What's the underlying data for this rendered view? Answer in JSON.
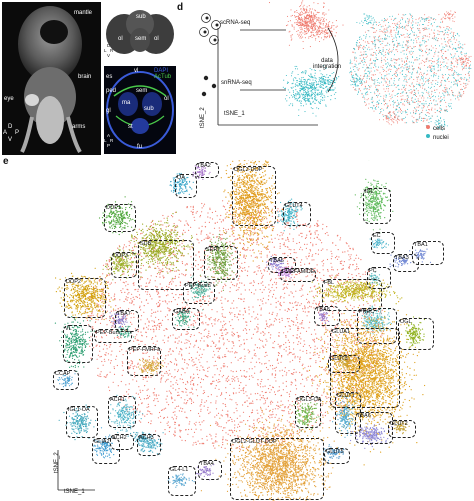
{
  "panels": {
    "a": {
      "letter": "a",
      "labels": [
        "mantle",
        "brain",
        "eye",
        "arms"
      ],
      "orientation": {
        "top": "D",
        "left": "A",
        "right": "P",
        "bottom": "V"
      }
    },
    "b": {
      "letter": "b",
      "labels": [
        "sub",
        "ol",
        "sem",
        "ol"
      ],
      "orientation": {
        "top": "D",
        "left": "L",
        "right": "R",
        "bottom": "V"
      }
    },
    "c": {
      "letter": "c",
      "legend": [
        "DAPI",
        "AcTub"
      ],
      "legend_colors": [
        "#3a5bd9",
        "#49c94a"
      ],
      "labels": [
        "vl",
        "es",
        "sem",
        "ol",
        "ped",
        "ma",
        "gl",
        "sub",
        "st",
        "fu"
      ],
      "orientation": {
        "top": "A",
        "bottom": "P",
        "left": "L",
        "right": "R"
      }
    },
    "d": {
      "letter": "d",
      "scrna_label": "scRNA-seq",
      "snrna_label": "snRNA-seq",
      "integration_label": "data\nintegration",
      "axis_x": "tSNE_1",
      "axis_y": "tSNE_2",
      "legend": [
        {
          "label": "cells",
          "color": "#ef7b6f"
        },
        {
          "label": "nuclei",
          "color": "#36b9c3"
        }
      ]
    },
    "e": {
      "letter": "e",
      "axis_x": "tSNE_1",
      "axis_y": "tSNE_2"
    }
  },
  "clusters": [
    {
      "name": "OA",
      "color": "#3aa6c9"
    },
    {
      "name": "TBA2",
      "color": "#a874c9"
    },
    {
      "name": "OGL2-DOP",
      "color": "#e09b1b"
    },
    {
      "name": "GLUT4",
      "color": "#42b3c7"
    },
    {
      "name": "IGL",
      "color": "#5fba5c"
    },
    {
      "name": "DOP1",
      "color": "#4da63a"
    },
    {
      "name": "SUB",
      "color": "#9aa820"
    },
    {
      "name": "TBA5",
      "color": "#8c7fd1"
    },
    {
      "name": "EC",
      "color": "#58b9cf"
    },
    {
      "name": "TBA1",
      "color": "#7a8fd6"
    },
    {
      "name": "DOP3",
      "color": "#9bb02a"
    },
    {
      "name": "SERT",
      "color": "#6c9e3c"
    },
    {
      "name": "FMRFAMIDE",
      "color": "#b97ad5"
    },
    {
      "name": "PC",
      "color": "#57b8bd"
    },
    {
      "name": "TBA3",
      "color": "#6f86d3"
    },
    {
      "name": "DOP2",
      "color": "#d3a10f"
    },
    {
      "name": "PEP-Brain",
      "color": "#55b59f"
    },
    {
      "name": "FBL",
      "color": "#bfb21a"
    },
    {
      "name": "GABA",
      "color": "#37a67f"
    },
    {
      "name": "TBA7",
      "color": "#8a79c6"
    },
    {
      "name": "TBA8",
      "color": "#9877c8"
    },
    {
      "name": "PREC",
      "color": "#5ebec4"
    },
    {
      "name": "PEP-Burs",
      "color": "#3fae8a"
    },
    {
      "name": "VL",
      "color": "#2f9f72"
    },
    {
      "name": "OGL",
      "color": "#8fb11f"
    },
    {
      "name": "GLUA1",
      "color": "#dea01a"
    },
    {
      "name": "PEP-FMRFa",
      "color": "#d6a63b"
    },
    {
      "name": "GLUT3",
      "color": "#c9a02e"
    },
    {
      "name": "CCAP",
      "color": "#4b9fd0"
    },
    {
      "name": "ACH1",
      "color": "#4fb4c7"
    },
    {
      "name": "GLUT1",
      "color": "#53a9cd"
    },
    {
      "name": "OGL3-OA",
      "color": "#6bb245"
    },
    {
      "name": "TBA6",
      "color": "#8d86d6"
    },
    {
      "name": "GLUT2",
      "color": "#c3a33a"
    },
    {
      "name": "IGL1-OA",
      "color": "#41a7bc"
    },
    {
      "name": "ACH2",
      "color": "#3ea0bb"
    },
    {
      "name": "ACH3",
      "color": "#48aac4"
    },
    {
      "name": "GLUT5",
      "color": "#4d96ca"
    },
    {
      "name": "GLIA2",
      "color": "#3e9bd0"
    },
    {
      "name": "OGL2-GLUT-DOP",
      "color": "#e3a13a"
    },
    {
      "name": "GL4-L1",
      "color": "#58a6d1"
    },
    {
      "name": "TBA4",
      "color": "#9579cb"
    }
  ],
  "main_color": "#ef7b6f"
}
